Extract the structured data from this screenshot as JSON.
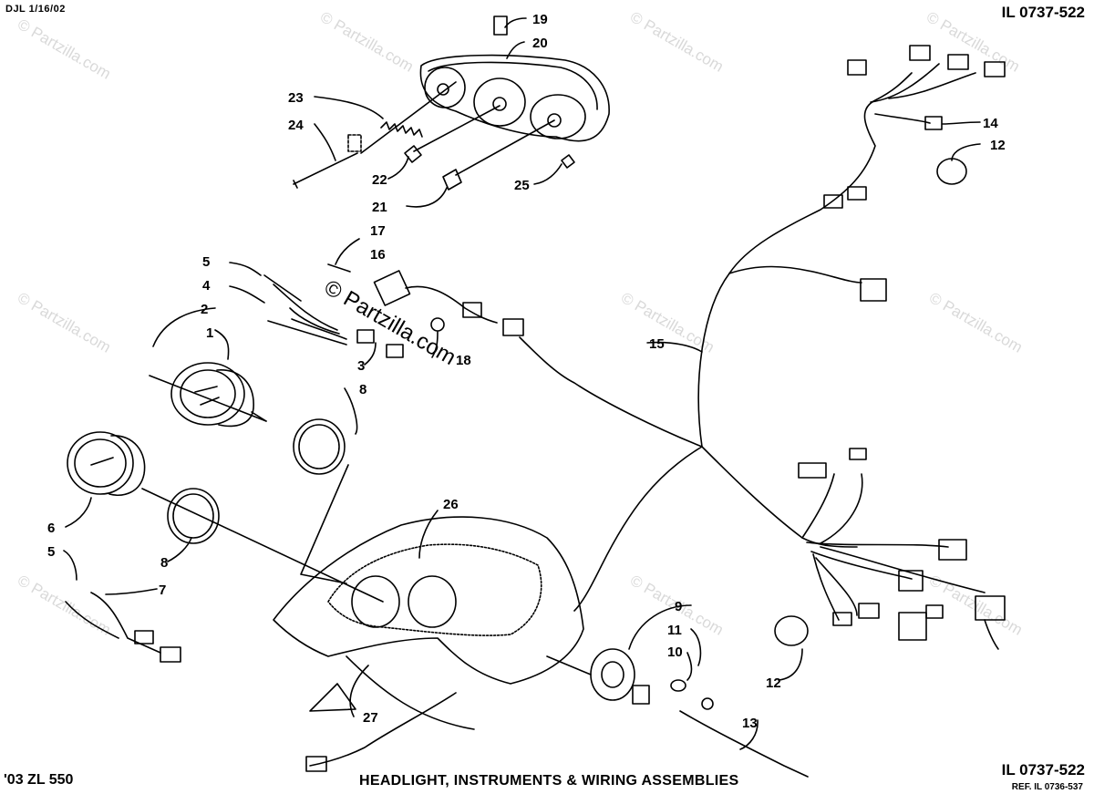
{
  "header": {
    "drawing_date": "DJL 1/16/02",
    "illustration_number": "IL 0737-522"
  },
  "footer": {
    "model": "'03 ZL 550",
    "title": "HEADLIGHT, INSTRUMENTS & WIRING ASSEMBLIES",
    "illustration_number": "IL 0737-522",
    "reference": "REF. IL 0736-537"
  },
  "watermark": {
    "main": "© Partzilla.com",
    "faint": "© Partzilla.com"
  },
  "callouts": [
    "1",
    "2",
    "3",
    "4",
    "5",
    "5",
    "6",
    "7",
    "8",
    "8",
    "9",
    "10",
    "11",
    "12",
    "12",
    "13",
    "14",
    "15",
    "16",
    "17",
    "18",
    "19",
    "20",
    "21",
    "22",
    "23",
    "24",
    "25",
    "26",
    "27"
  ]
}
